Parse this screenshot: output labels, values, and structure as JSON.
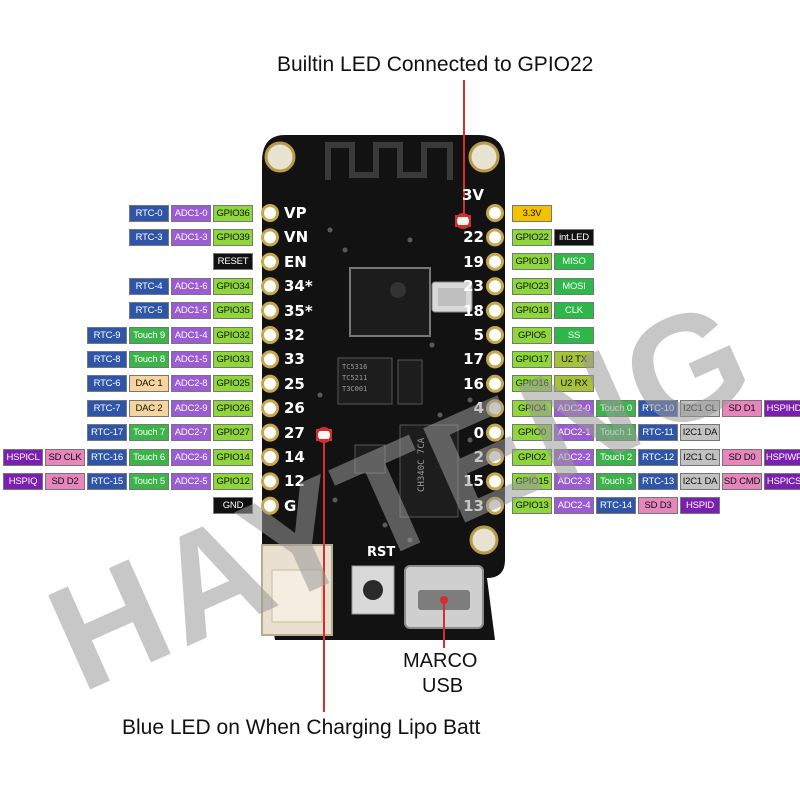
{
  "captions": {
    "top_led": "Builtin LED Connected to GPIO22",
    "usb_line1": "MARCO",
    "usb_line2": "USB",
    "bottom_led": "Blue LED on When Charging Lipo Batt"
  },
  "watermark": "HAYTENG",
  "board": {
    "left_pins": [
      "VP",
      "VN",
      "EN",
      "34*",
      "35*",
      "32",
      "33",
      "25",
      "26",
      "27",
      "14",
      "12",
      "G"
    ],
    "right_pins": [
      "3V",
      "22",
      "19",
      "23",
      "18",
      "5",
      "17",
      "16",
      "4",
      "0",
      "2",
      "15",
      "13"
    ],
    "rst_label": "RST",
    "chips": {
      "ldo": [
        "TC5316",
        "TC5211",
        "T3C001"
      ],
      "usb_serial": [
        "CH340C",
        "7CA"
      ]
    }
  },
  "colors": {
    "rtc": "#2e55a8",
    "adc": "#9b5bd4",
    "gpio": "#8ed63a",
    "touch": "#3bb54a",
    "dac": "#f5d4a0",
    "black": "#111111",
    "power": "#f2c200",
    "func": "#2fb84a",
    "uart": "#a6c23a",
    "i2c": "#c2c2c2",
    "sd": "#e785bd",
    "hspi": "#7a1fb0",
    "led_red": "#d62d2d"
  },
  "left_rows": [
    [
      {
        "t": "RTC-0",
        "c": "rtc"
      },
      {
        "t": "ADC1-0",
        "c": "adc"
      },
      {
        "t": "GPIO36",
        "c": "gpio"
      }
    ],
    [
      {
        "t": "RTC-3",
        "c": "rtc"
      },
      {
        "t": "ADC1-3",
        "c": "adc"
      },
      {
        "t": "GPIO39",
        "c": "gpio"
      }
    ],
    [
      {
        "t": "RESET",
        "c": "black"
      }
    ],
    [
      {
        "t": "RTC-4",
        "c": "rtc"
      },
      {
        "t": "ADC1-6",
        "c": "adc"
      },
      {
        "t": "GPIO34",
        "c": "gpio"
      }
    ],
    [
      {
        "t": "RTC-5",
        "c": "rtc"
      },
      {
        "t": "ADC1-5",
        "c": "adc"
      },
      {
        "t": "GPIO35",
        "c": "gpio"
      }
    ],
    [
      {
        "t": "RTC-9",
        "c": "rtc"
      },
      {
        "t": "Touch 9",
        "c": "touch"
      },
      {
        "t": "ADC1-4",
        "c": "adc"
      },
      {
        "t": "GPIO32",
        "c": "gpio"
      }
    ],
    [
      {
        "t": "RTC-8",
        "c": "rtc"
      },
      {
        "t": "Touch 8",
        "c": "touch"
      },
      {
        "t": "ADC1-5",
        "c": "adc"
      },
      {
        "t": "GPIO33",
        "c": "gpio"
      }
    ],
    [
      {
        "t": "RTC-6",
        "c": "rtc"
      },
      {
        "t": "DAC 1",
        "c": "dac"
      },
      {
        "t": "ADC2-8",
        "c": "adc"
      },
      {
        "t": "GPIO25",
        "c": "gpio"
      }
    ],
    [
      {
        "t": "RTC-7",
        "c": "rtc"
      },
      {
        "t": "DAC 2",
        "c": "dac"
      },
      {
        "t": "ADC2-9",
        "c": "adc"
      },
      {
        "t": "GPIO26",
        "c": "gpio"
      }
    ],
    [
      {
        "t": "RTC-17",
        "c": "rtc"
      },
      {
        "t": "Touch 7",
        "c": "touch"
      },
      {
        "t": "ADC2-7",
        "c": "adc"
      },
      {
        "t": "GPIO27",
        "c": "gpio"
      }
    ],
    [
      {
        "t": "HSPICL",
        "c": "hspi"
      },
      {
        "t": "SD CLK",
        "c": "sd"
      },
      {
        "t": "RTC-16",
        "c": "rtc"
      },
      {
        "t": "Touch 6",
        "c": "touch"
      },
      {
        "t": "ADC2-6",
        "c": "adc"
      },
      {
        "t": "GPIO14",
        "c": "gpio"
      }
    ],
    [
      {
        "t": "HSPIQ",
        "c": "hspi"
      },
      {
        "t": "SD D2",
        "c": "sd"
      },
      {
        "t": "RTC-15",
        "c": "rtc"
      },
      {
        "t": "Touch 5",
        "c": "touch"
      },
      {
        "t": "ADC2-5",
        "c": "adc"
      },
      {
        "t": "GPIO12",
        "c": "gpio"
      }
    ],
    [
      {
        "t": "GND",
        "c": "black"
      }
    ]
  ],
  "right_rows": [
    [
      {
        "t": "3.3V",
        "c": "power"
      }
    ],
    [
      {
        "t": "GPIO22",
        "c": "gpio"
      },
      {
        "t": "int.LED",
        "c": "black"
      }
    ],
    [
      {
        "t": "GPIO19",
        "c": "gpio"
      },
      {
        "t": "MISO",
        "c": "func"
      }
    ],
    [
      {
        "t": "GPIO23",
        "c": "gpio"
      },
      {
        "t": "MOSI",
        "c": "func"
      }
    ],
    [
      {
        "t": "GPIO18",
        "c": "gpio"
      },
      {
        "t": "CLK",
        "c": "func"
      }
    ],
    [
      {
        "t": "GPIO5",
        "c": "gpio"
      },
      {
        "t": "SS",
        "c": "func"
      }
    ],
    [
      {
        "t": "GPIO17",
        "c": "gpio"
      },
      {
        "t": "U2 TX",
        "c": "uart"
      }
    ],
    [
      {
        "t": "GPIO16",
        "c": "gpio"
      },
      {
        "t": "U2 RX",
        "c": "uart"
      }
    ],
    [
      {
        "t": "GPIO4",
        "c": "gpio"
      },
      {
        "t": "ADC2-0",
        "c": "adc"
      },
      {
        "t": "Touch 0",
        "c": "touch"
      },
      {
        "t": "RTC-10",
        "c": "rtc"
      },
      {
        "t": "I2C1 CL",
        "c": "i2c"
      },
      {
        "t": "SD D1",
        "c": "sd"
      },
      {
        "t": "HSPIHD",
        "c": "hspi"
      }
    ],
    [
      {
        "t": "GPIO0",
        "c": "gpio"
      },
      {
        "t": "ADC2-1",
        "c": "adc"
      },
      {
        "t": "Touch 1",
        "c": "touch"
      },
      {
        "t": "RTC-11",
        "c": "rtc"
      },
      {
        "t": "I2C1 DA",
        "c": "i2c"
      }
    ],
    [
      {
        "t": "GPIO2",
        "c": "gpio"
      },
      {
        "t": "ADC2-2",
        "c": "adc"
      },
      {
        "t": "Touch 2",
        "c": "touch"
      },
      {
        "t": "RTC-12",
        "c": "rtc"
      },
      {
        "t": "I2C1 CL",
        "c": "i2c"
      },
      {
        "t": "SD D0",
        "c": "sd"
      },
      {
        "t": "HSPIWP",
        "c": "hspi"
      }
    ],
    [
      {
        "t": "GPIO15",
        "c": "gpio"
      },
      {
        "t": "ADC2-3",
        "c": "adc"
      },
      {
        "t": "Touch 3",
        "c": "touch"
      },
      {
        "t": "RTC-13",
        "c": "rtc"
      },
      {
        "t": "I2C1 DA",
        "c": "i2c"
      },
      {
        "t": "SD CMD",
        "c": "sd"
      },
      {
        "t": "HSPICS",
        "c": "hspi"
      }
    ],
    [
      {
        "t": "GPIO13",
        "c": "gpio"
      },
      {
        "t": "ADC2-4",
        "c": "adc"
      },
      {
        "t": "RTC-14",
        "c": "rtc"
      },
      {
        "t": "SD D3",
        "c": "sd"
      },
      {
        "t": "HSPID",
        "c": "hspi"
      }
    ]
  ]
}
